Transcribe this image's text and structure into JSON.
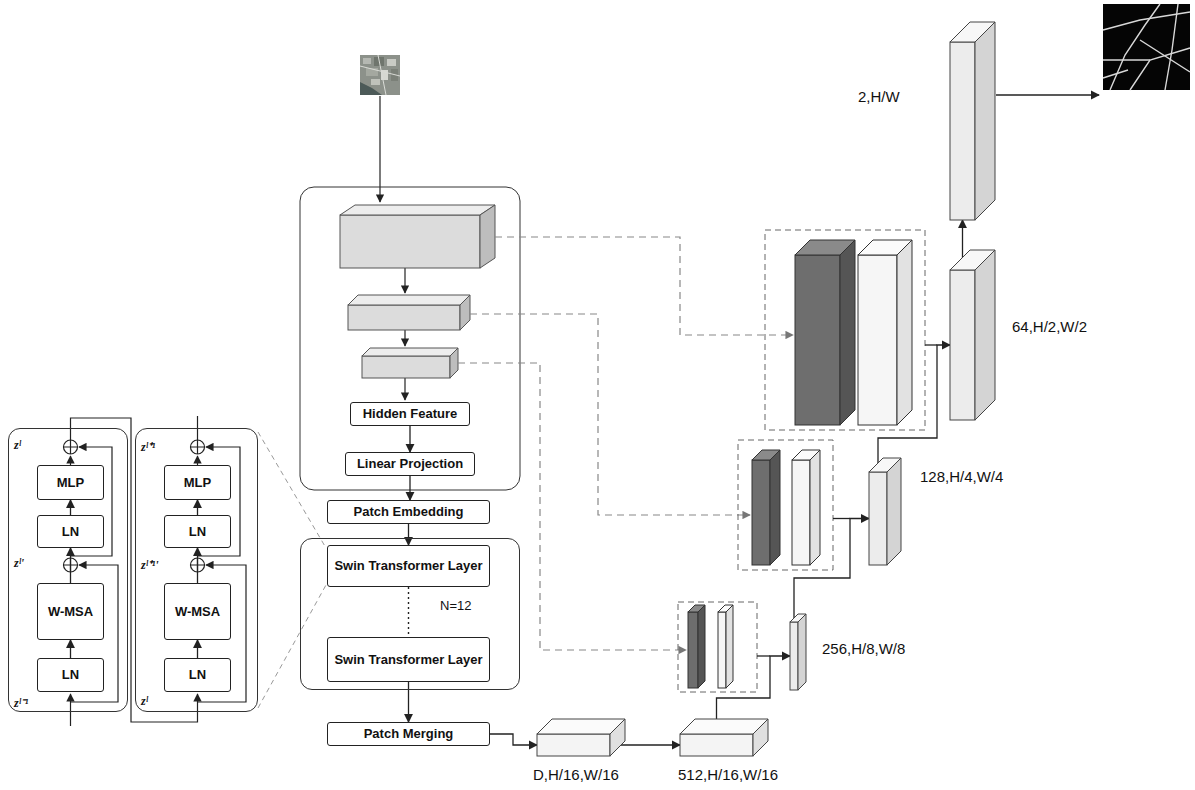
{
  "diagram": {
    "nodes": [
      {
        "text": [
          "Hidden Feature"
        ]
      },
      {
        "text": [
          "Linear Projection"
        ]
      },
      {
        "text": [
          "Patch Embedding"
        ]
      },
      {
        "text": [
          "N=12"
        ]
      },
      {
        "text": [
          "Swin Transformer Layer"
        ],
        "in": 3
      },
      {
        "text": [
          "Swin Transformer Layer"
        ],
        "in": 3
      },
      {
        "text": [
          "Patch Merging"
        ]
      },
      {
        "text": [
          "zˡ",
          "zˡ'",
          "zˡ⁻¹"
        ]
      },
      {
        "text": [
          "MLP"
        ],
        "in": 7
      },
      {
        "text": [
          "LN"
        ],
        "in": 7
      },
      {
        "text": [
          "W-MSA"
        ],
        "in": 7
      },
      {
        "text": [
          "LN"
        ],
        "in": 7
      },
      {
        "text": [
          "zˡ⁺¹",
          "zˡ⁺¹'",
          "zˡ"
        ]
      },
      {
        "text": [
          "MLP"
        ],
        "in": 12
      },
      {
        "text": [
          "LN"
        ],
        "in": 12
      },
      {
        "text": [
          "W-MSA"
        ],
        "in": 12
      },
      {
        "text": [
          "LN"
        ],
        "in": 12
      },
      {
        "text": [
          "D,H/16,W/16"
        ]
      },
      {
        "text": [
          "512,H/16,W/16"
        ]
      },
      {
        "text": [
          "256,H/8,W/8"
        ]
      },
      {
        "text": [
          "128,H/4,W/4"
        ]
      },
      {
        "text": [
          "64,H/2,W/2"
        ]
      },
      {
        "text": [
          "2,H/W"
        ]
      }
    ],
    "edges": [
      {
        "from": 0,
        "to": 1,
        "arrow": "to"
      },
      {
        "from": 1,
        "to": 2,
        "arrow": "to"
      },
      {
        "from": 2,
        "to": 4,
        "arrow": "to"
      },
      {
        "from": 4,
        "to": 5,
        "arrow": "none"
      },
      {
        "from": 5,
        "to": 6,
        "arrow": "to"
      },
      {
        "from": 11,
        "to": 10,
        "arrow": "to"
      },
      {
        "from": 10,
        "to": 9,
        "arrow": "to"
      },
      {
        "from": 9,
        "to": 8,
        "arrow": "to"
      },
      {
        "from": 16,
        "to": 15,
        "arrow": "to"
      },
      {
        "from": 15,
        "to": 14,
        "arrow": "to"
      },
      {
        "from": 14,
        "to": 13,
        "arrow": "to"
      },
      {
        "from": 6,
        "to": 17,
        "arrow": "to"
      },
      {
        "from": 17,
        "to": 18,
        "arrow": "to"
      },
      {
        "from": 18,
        "to": 19,
        "arrow": "to"
      },
      {
        "from": 19,
        "to": 20,
        "arrow": "to"
      },
      {
        "from": 20,
        "to": 21,
        "arrow": "to"
      },
      {
        "from": 21,
        "to": 22,
        "arrow": "to"
      }
    ]
  }
}
